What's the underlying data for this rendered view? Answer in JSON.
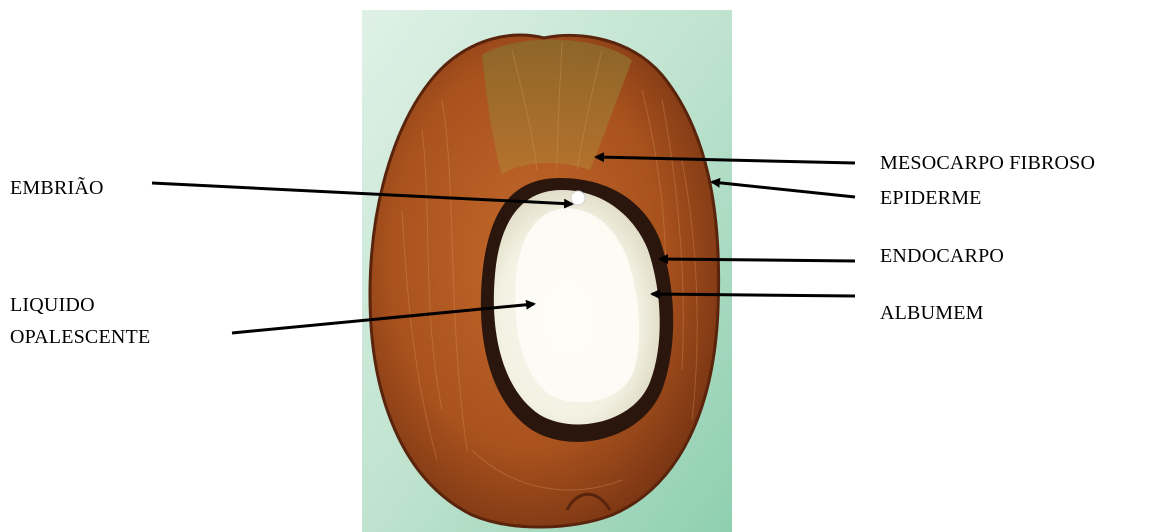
{
  "diagram": {
    "labels": {
      "mesocarpo": "MESOCARPO FIBROSO",
      "epiderme": "EPIDERME",
      "endocarpo": "ENDOCARPO",
      "albumem": "ALBUMEM",
      "embriao": "EMBRIÃO",
      "liquido_line1": "LIQUIDO",
      "liquido_line2": "OPALESCENTE"
    },
    "colors": {
      "background_green": "#bfe3cf",
      "husk": "#a9521e",
      "husk_dark": "#6e2e10",
      "fiber": "#b08a3c",
      "shell": "#2a160c",
      "albumen": "#f7f5ea",
      "arrow": "#000000"
    }
  }
}
